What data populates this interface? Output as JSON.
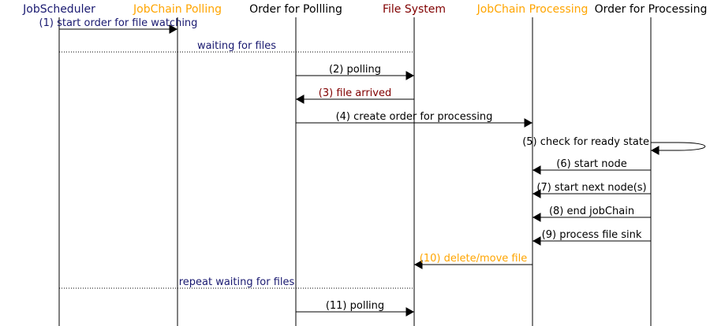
{
  "colors": {
    "navy": "#191970",
    "orange": "#ffa500",
    "black": "#000000",
    "maroon": "#800000"
  },
  "participants": [
    {
      "id": "jobscheduler",
      "label": "JobScheduler",
      "color": "#191970"
    },
    {
      "id": "jobchain-polling",
      "label": "JobChain Polling",
      "color": "#ffa500"
    },
    {
      "id": "order-polling",
      "label": "Order for Pollling",
      "color": "#000000"
    },
    {
      "id": "file-system",
      "label": "File System",
      "color": "#800000"
    },
    {
      "id": "jobchain-processing",
      "label": "JobChain Processing",
      "color": "#ffa500"
    },
    {
      "id": "order-processing",
      "label": "Order for Processing",
      "color": "#000000"
    }
  ],
  "messages": [
    {
      "from": 0,
      "to": 1,
      "label": "(1) start order for file watching",
      "color": "#191970",
      "style": "solid"
    },
    {
      "from": 0,
      "to": 3,
      "label": "waiting for files",
      "color": "#191970",
      "style": "dotted"
    },
    {
      "from": 2,
      "to": 3,
      "label": "(2) polling",
      "color": "#000000",
      "style": "solid"
    },
    {
      "from": 3,
      "to": 2,
      "label": "(3) file arrived",
      "color": "#800000",
      "style": "solid"
    },
    {
      "from": 2,
      "to": 4,
      "label": "(4) create order for processing",
      "color": "#000000",
      "style": "solid"
    },
    {
      "from": 5,
      "to": 5,
      "label": "(5) check for ready state",
      "color": "#000000",
      "style": "self"
    },
    {
      "from": 5,
      "to": 4,
      "label": "(6) start node",
      "color": "#000000",
      "style": "solid"
    },
    {
      "from": 5,
      "to": 4,
      "label": "(7) start next node(s)",
      "color": "#000000",
      "style": "solid"
    },
    {
      "from": 5,
      "to": 4,
      "label": "(8) end jobChain",
      "color": "#000000",
      "style": "solid"
    },
    {
      "from": 5,
      "to": 4,
      "label": "(9) process file sink",
      "color": "#000000",
      "style": "solid"
    },
    {
      "from": 4,
      "to": 3,
      "label": "(10) delete/move file",
      "color": "#ffa500",
      "style": "solid"
    },
    {
      "from": 0,
      "to": 3,
      "label": "repeat waiting for files",
      "color": "#191970",
      "style": "dotted"
    },
    {
      "from": 2,
      "to": 3,
      "label": "(11) polling",
      "color": "#000000",
      "style": "solid"
    }
  ]
}
